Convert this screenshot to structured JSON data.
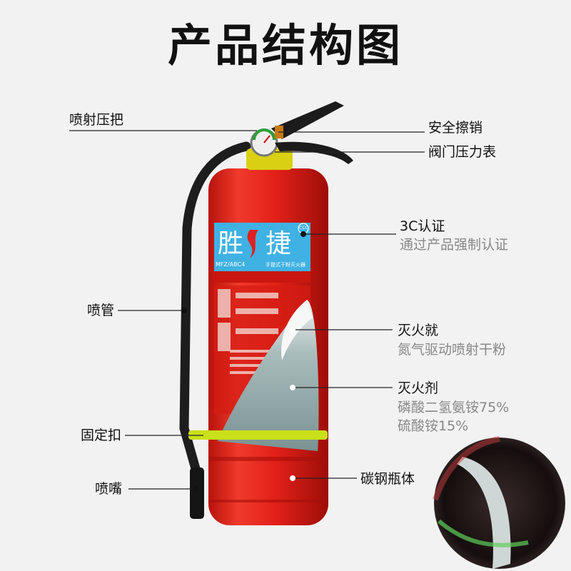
{
  "title": "产品结构图",
  "product_label": {
    "brand_left": "胜",
    "brand_right": "捷",
    "model": "MFZ/ABC4",
    "product_name": "手提式干粉灭火器",
    "cert_mark": "CCC"
  },
  "callouts": {
    "spray_handle": "喷射压把",
    "safety_pin": "安全擦销",
    "pressure_gauge": "阀门压力表",
    "cert_title": "3C认证",
    "cert_desc": "通过产品强制认证",
    "hose": "喷管",
    "propellant_title": "灭火就",
    "propellant_desc": "氮气驱动喷射干粉",
    "agent_title": "灭火剂",
    "agent_desc_1": "磷酸二氢氨铵75%",
    "agent_desc_2": "硫酸铵15%",
    "clip": "固定扣",
    "body": "碳钢瓶体",
    "nozzle": "喷嘴"
  },
  "colors": {
    "cylinder_red": "#e32119",
    "label_blue": "#3fb1e3",
    "clip_yellow": "#c9e01a",
    "powder_gray": "#8fa6a6"
  }
}
